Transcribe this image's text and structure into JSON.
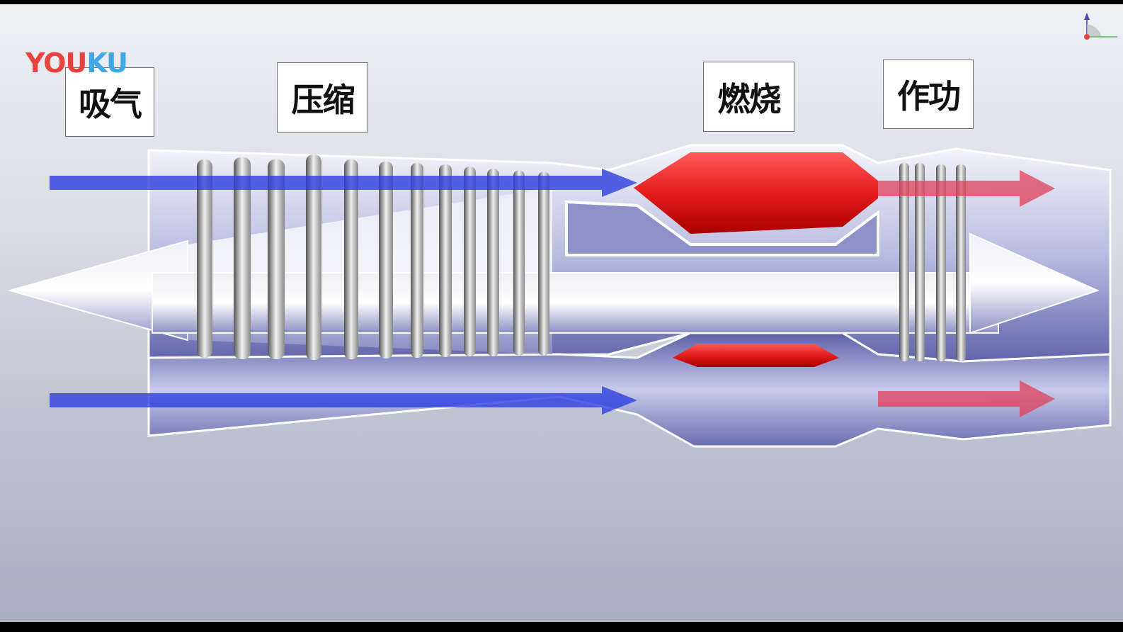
{
  "watermark": {
    "logo_red": "YOU",
    "logo_blue": "KU"
  },
  "stages": [
    {
      "label": "吸气"
    },
    {
      "label": "压缩"
    },
    {
      "label": "燃烧"
    },
    {
      "label": "作功"
    }
  ],
  "colors": {
    "intake_flow": "#2d3fe0",
    "exhaust_flow": "#e0405a",
    "combustor": "#e51c1c"
  }
}
